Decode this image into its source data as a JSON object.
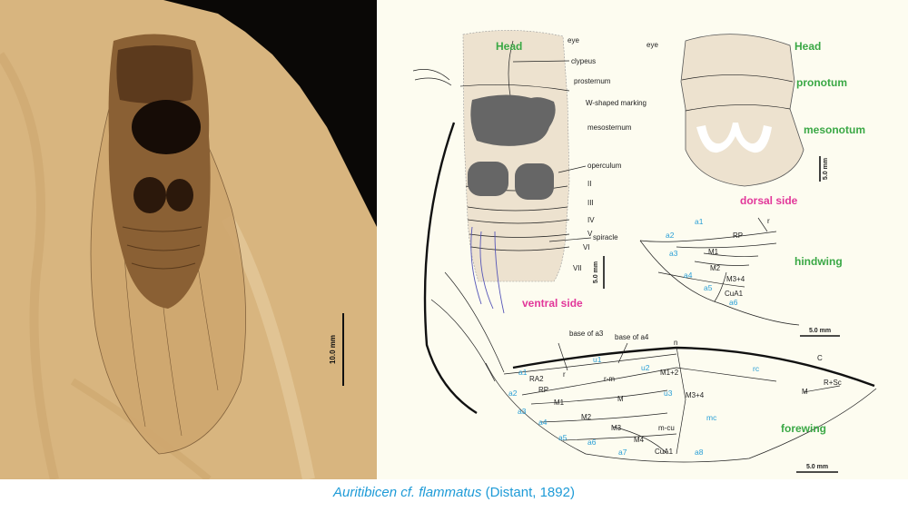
{
  "photo": {
    "scale_label": "10.0 mm"
  },
  "ventral": {
    "title": "Head",
    "labels": [
      "eye",
      "clypeus",
      "prosternum",
      "W-shaped marking",
      "mesosternum",
      "operculum",
      "II",
      "III",
      "IV",
      "V",
      "spiracle",
      "VI",
      "VII"
    ],
    "scale_label": "5.0 mm",
    "side_label": "ventral side"
  },
  "dorsal": {
    "eye": "eye",
    "head": "Head",
    "pronotum": "pronotum",
    "mesonotum": "mesonotum",
    "scale_label": "5.0 mm",
    "side_label": "dorsal side"
  },
  "hindwing": {
    "title": "hindwing",
    "cells": [
      "a1",
      "a2",
      "a3",
      "a4",
      "a5",
      "a6"
    ],
    "veins": [
      "r",
      "RP",
      "M1",
      "M2",
      "M3+4",
      "CuA1"
    ],
    "scale_label": "5.0 mm"
  },
  "forewing": {
    "title": "forewing",
    "annotations": [
      "base of a3",
      "base of a4"
    ],
    "node": "n",
    "cells": [
      "a1",
      "a2",
      "a3",
      "a4",
      "a5",
      "a6",
      "a7",
      "a8",
      "u1",
      "u2",
      "u3",
      "rc",
      "mc"
    ],
    "veins": [
      "RA2",
      "r",
      "RP",
      "r-m",
      "M1+2",
      "M",
      "M1",
      "M2",
      "M3",
      "M3+4",
      "M4",
      "m-cu",
      "CuA1",
      "C",
      "R+Sc",
      "M"
    ],
    "scale_label": "5.0 mm"
  },
  "caption": {
    "species": "Auritibicen cf. flammatus",
    "authority": "(Distant, 1892)"
  },
  "colors": {
    "green_label": "#3aa845",
    "pink_label": "#e2379a",
    "cell_label": "#2a9fd6",
    "body_fill": "#ede2cf",
    "marking": "#666666"
  }
}
